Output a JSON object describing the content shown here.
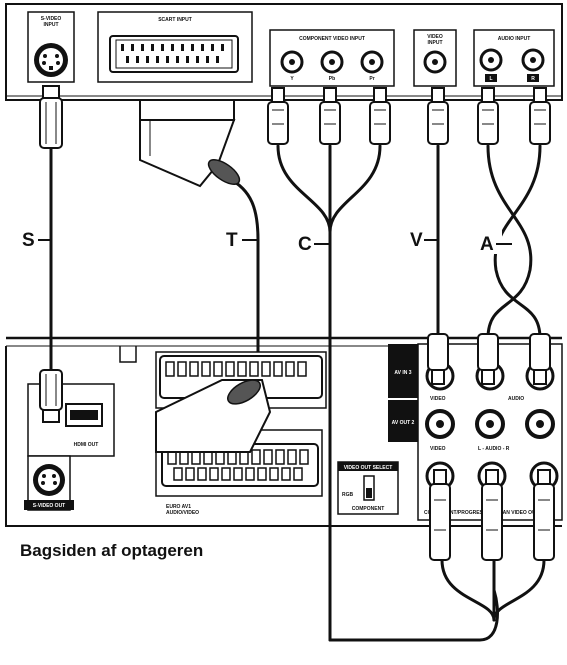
{
  "tv_panel": {
    "svideo_input": [
      "S-VIDEO",
      "INPUT"
    ],
    "scart_input": "SCART INPUT",
    "component_video_input": "COMPONENT VIDEO INPUT",
    "component_jacks": [
      "Y",
      "Pb",
      "Pr"
    ],
    "video_input": [
      "VIDEO",
      "INPUT"
    ],
    "audio_input": "AUDIO INPUT",
    "audio_jacks": [
      "L",
      "R"
    ]
  },
  "cables": {
    "s": "S",
    "t": "T",
    "c": "C",
    "v": "V",
    "a": "A"
  },
  "recorder_panel": {
    "hdmi_out": "HDMI OUT",
    "svideo_out": "S-VIDEO OUT",
    "euro_av1": [
      "EURO AV1",
      "AUDIO/VIDEO"
    ],
    "video_out_select": "VIDEO OUT SELECT",
    "rgb": "RGB",
    "component": "COMPONENT",
    "av_in": "AV IN 3",
    "av_out": "AV OUT 2",
    "video": "VIDEO",
    "audio": "AUDIO",
    "audio_out": "L - AUDIO - R",
    "component_out": "COMPONENT/PROGRESSIVE SCAN VIDEO OUT"
  },
  "caption": "Bagsiden af optageren"
}
